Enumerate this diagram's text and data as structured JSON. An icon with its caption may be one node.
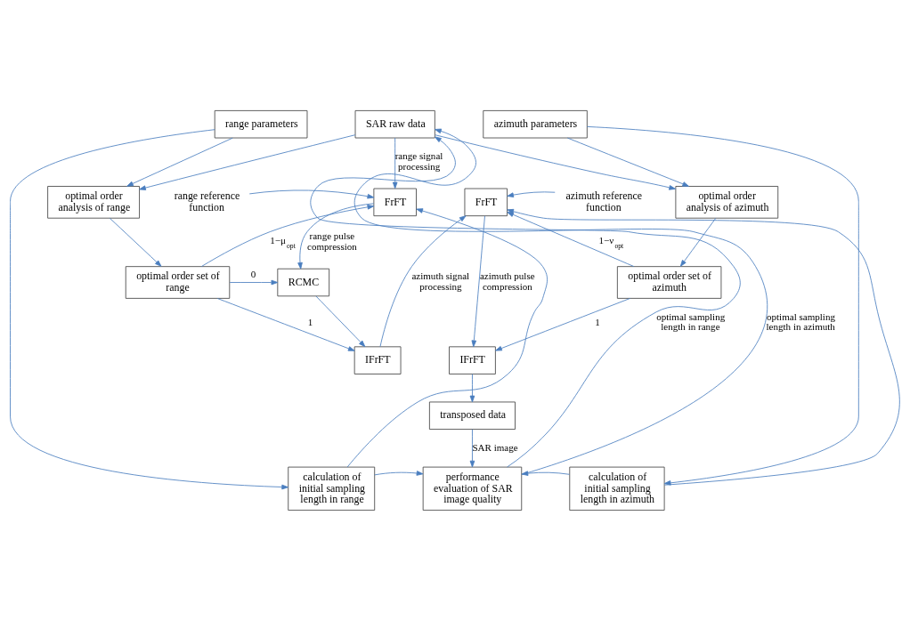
{
  "diagram": {
    "nodes": [
      {
        "text": [
          "range parameters"
        ]
      },
      {
        "text": [
          "SAR raw data"
        ]
      },
      {
        "text": [
          "azimuth parameters"
        ]
      },
      {
        "text": [
          "optimal order analysis of range"
        ]
      },
      {
        "text": [
          "optimal order analysis of azimuth"
        ]
      },
      {
        "text": [
          "range reference function"
        ]
      },
      {
        "text": [
          "FrFT"
        ]
      },
      {
        "text": [
          "FrFT"
        ]
      },
      {
        "text": [
          "azimuth reference function"
        ]
      },
      {
        "text": [
          "optimal order set of range"
        ]
      },
      {
        "text": [
          "RCMC"
        ]
      },
      {
        "text": [
          "optimal order set of azimuth"
        ]
      },
      {
        "text": [
          "IFrFT"
        ]
      },
      {
        "text": [
          "IFrFT"
        ]
      },
      {
        "text": [
          "transposed data"
        ]
      },
      {
        "text": [
          "calculation of initial sampling length in range"
        ]
      },
      {
        "text": [
          "performance evaluation of SAR image quality"
        ]
      },
      {
        "text": [
          "calculation of initial sampling length in azimuth"
        ]
      }
    ],
    "edges": [
      {
        "from": 0,
        "to": 3,
        "arrow": "to"
      },
      {
        "from": 1,
        "to": 3,
        "arrow": "to"
      },
      {
        "from": 1,
        "to": 6,
        "arrow": "to",
        "label": "range signal processing"
      },
      {
        "from": 1,
        "to": 4,
        "arrow": "to"
      },
      {
        "from": 2,
        "to": 4,
        "arrow": "to"
      },
      {
        "from": 5,
        "to": 6,
        "arrow": "to"
      },
      {
        "from": 8,
        "to": 7,
        "arrow": "to"
      },
      {
        "from": 3,
        "to": 9,
        "arrow": "to"
      },
      {
        "from": 9,
        "to": 6,
        "arrow": "to",
        "label": "1−μ$_{opt}$"
      },
      {
        "from": 6,
        "to": 10,
        "arrow": "to",
        "label": "range pulse compression"
      },
      {
        "from": 9,
        "to": 10,
        "arrow": "to",
        "label": "0"
      },
      {
        "from": 10,
        "to": 12,
        "arrow": "to"
      },
      {
        "from": 9,
        "to": 12,
        "arrow": "to",
        "label": "1"
      },
      {
        "from": 12,
        "to": 7,
        "arrow": "to",
        "label": "azimuth signal processing"
      },
      {
        "from": 4,
        "to": 11,
        "arrow": "to"
      },
      {
        "from": 11,
        "to": 7,
        "arrow": "to",
        "label": "1−ν$_{opt}$"
      },
      {
        "from": 7,
        "to": 13,
        "arrow": "to",
        "label": "azimuth pulse compression"
      },
      {
        "from": 11,
        "to": 13,
        "arrow": "to",
        "label": "1"
      },
      {
        "from": 13,
        "to": 14,
        "arrow": "to"
      },
      {
        "from": 14,
        "to": 16,
        "arrow": "to",
        "label": "SAR image"
      },
      {
        "from": 0,
        "to": 15,
        "arrow": "to"
      },
      {
        "from": 15,
        "to": 6,
        "arrow": "to"
      },
      {
        "from": 15,
        "to": 16,
        "arrow": "to"
      },
      {
        "from": 17,
        "to": 16,
        "arrow": "to"
      },
      {
        "from": 2,
        "to": 17,
        "arrow": "to"
      },
      {
        "from": 17,
        "to": 7,
        "arrow": "to"
      },
      {
        "from": 16,
        "to": 1,
        "arrow": "to",
        "label": "optimal sampling length in range"
      },
      {
        "from": 16,
        "to": 1,
        "arrow": "to",
        "label": "optimal sampling length in azimuth"
      }
    ]
  }
}
